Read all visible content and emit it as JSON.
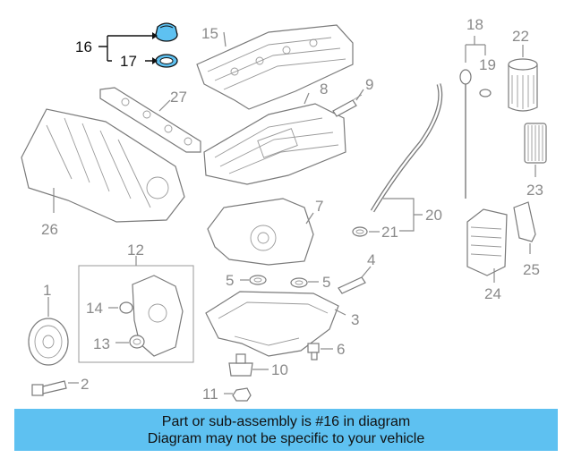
{
  "diagram": {
    "callouts": {
      "c1": "1",
      "c2": "2",
      "c3": "3",
      "c4": "4",
      "c5a": "5",
      "c5b": "5",
      "c6": "6",
      "c7": "7",
      "c8": "8",
      "c9": "9",
      "c10": "10",
      "c11": "11",
      "c12": "12",
      "c13": "13",
      "c14": "14",
      "c15": "15",
      "c16": "16",
      "c17": "17",
      "c18": "18",
      "c19": "19",
      "c20": "20",
      "c21": "21",
      "c22": "22",
      "c23": "23",
      "c24": "24",
      "c25": "25",
      "c26": "26",
      "c27": "27"
    },
    "highlight_color": "#5ec1f1"
  },
  "banner": {
    "line1": "Part or sub-assembly is #16 in diagram",
    "line2": "Diagram may not be specific to your vehicle",
    "background": "#5ec1f1"
  }
}
